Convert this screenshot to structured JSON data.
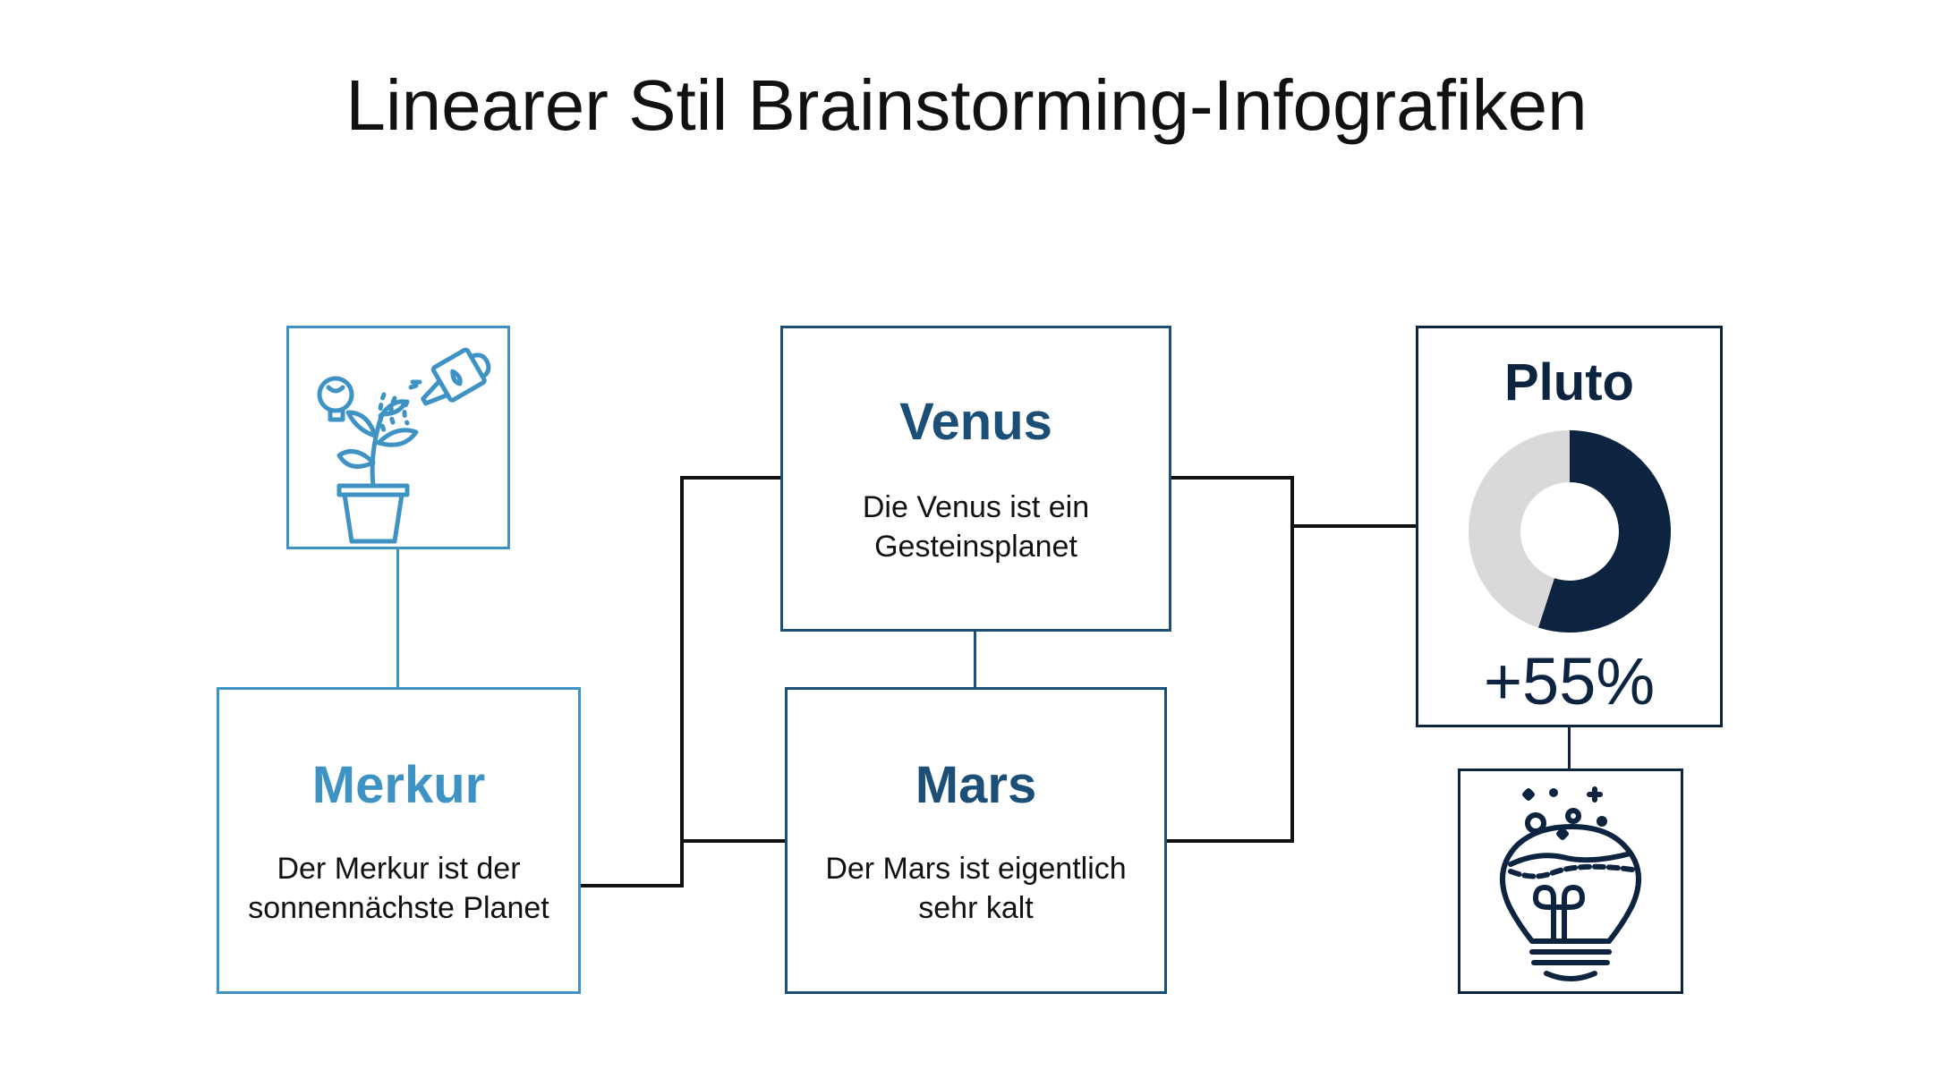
{
  "title": "Linearer Stil Brainstorming-Infografiken",
  "colors": {
    "light_blue": "#3f93c4",
    "mid_blue": "#1b4f78",
    "navy": "#0d2440",
    "grey": "#d9d9d9",
    "line": "#111111"
  },
  "boxes": {
    "merkur": {
      "title": "Merkur",
      "text_line1": "Der Merkur ist der",
      "text_line2": "sonnennächste Planet"
    },
    "venus": {
      "title": "Venus",
      "text_line1": "Die Venus ist ein",
      "text_line2": "Gesteinsplanet"
    },
    "mars": {
      "title": "Mars",
      "text_line1": "Der Mars ist eigentlich",
      "text_line2": "sehr kalt"
    },
    "pluto": {
      "title": "Pluto",
      "percent_label": "+55%",
      "percent_value": 55
    }
  },
  "icons": {
    "top_left": "plant-watering-icon",
    "bottom_right": "lightbulb-idea-icon"
  }
}
